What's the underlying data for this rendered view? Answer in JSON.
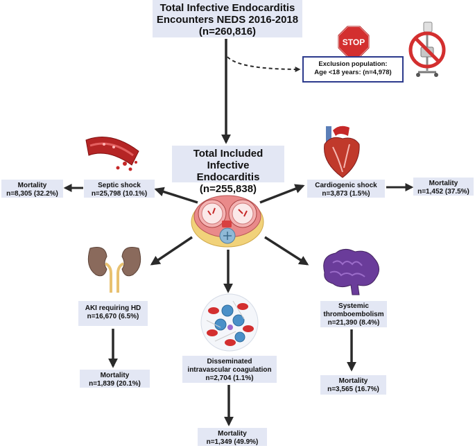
{
  "top": {
    "line1": "Total Infective Endocarditis",
    "line2": "Encounters NEDS 2016-2018",
    "line3": "(n=260,816)"
  },
  "exclusion": {
    "line1": "Exclusion population:",
    "line2": "Age <18 years: (n=4,978)",
    "stop_sign_text": "STOP"
  },
  "center": {
    "line1": "Total Included",
    "line2": "Infective Endocarditis",
    "line3": "(n=255,838)"
  },
  "septic": {
    "label": "Septic shock",
    "value": "n=25,798 (10.1%)"
  },
  "septic_mortality": {
    "label": "Mortality",
    "value": "n=8,305 (32.2%)"
  },
  "cardiogenic": {
    "label": "Cardiogenic shock",
    "value": "n=3,873 (1.5%)"
  },
  "cardiogenic_mortality": {
    "label": "Mortality",
    "value": "n=1,452 (37.5%)"
  },
  "aki": {
    "label": "AKI requiring HD",
    "value": "n=16,670 (6.5%)"
  },
  "aki_mortality": {
    "label": "Mortality",
    "value": "n=1,839 (20.1%)"
  },
  "dic": {
    "label1": "Disseminated",
    "label2": "intravascular coagulation",
    "value": "n=2,704 (1.1%)"
  },
  "dic_mortality": {
    "label": "Mortality",
    "value": "n=1,349 (49.9%)"
  },
  "emb": {
    "label1": "Systemic",
    "label2": "thromboembolism",
    "value": "n=21,390 (8.4%)"
  },
  "emb_mortality": {
    "label": "Mortality",
    "value": "n=3,565 (16.7%)"
  },
  "colors": {
    "box_fill": "#e3e7f4",
    "arrow": "#2a2a2a",
    "exclusion_border": "#2b3a8c",
    "stop_red": "#d32f2f"
  },
  "icons": [
    "stop-sign-icon",
    "no-iv-pole-icon",
    "blood-vessel-icon",
    "heart-icon",
    "valve-cross-section-icon",
    "kidneys-icon",
    "blood-cells-icon",
    "brain-icon"
  ]
}
